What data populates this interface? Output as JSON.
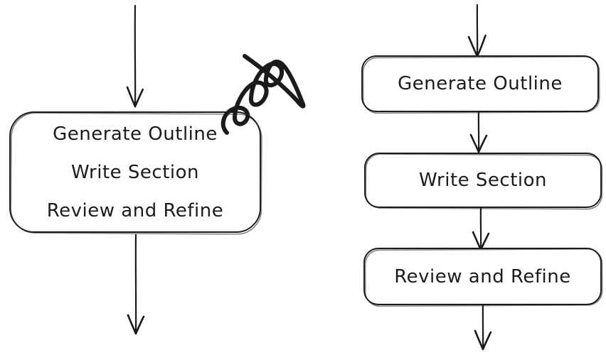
{
  "diagram": {
    "background_color": "#ffffff",
    "stroke_color": "#1b1b1b",
    "style": "hand-drawn flowchart",
    "left_flow": {
      "description": "single combined node with three steps, marked with a scribble",
      "node_lines": [
        "Generate Outline",
        "Write Section",
        "Review and Refine"
      ],
      "annotation_icon": "scribble-scratch-mark",
      "arrows": [
        "arrow-down-into-node",
        "arrow-down-out-of-node"
      ]
    },
    "right_flow": {
      "description": "three sequential nodes connected by downward arrows",
      "nodes": [
        {
          "label": "Generate Outline"
        },
        {
          "label": "Write Section"
        },
        {
          "label": "Review and Refine"
        }
      ],
      "arrows": [
        "arrow-down-into-first",
        "arrow-between-1-2",
        "arrow-between-2-3",
        "arrow-down-out-of-last"
      ]
    }
  }
}
